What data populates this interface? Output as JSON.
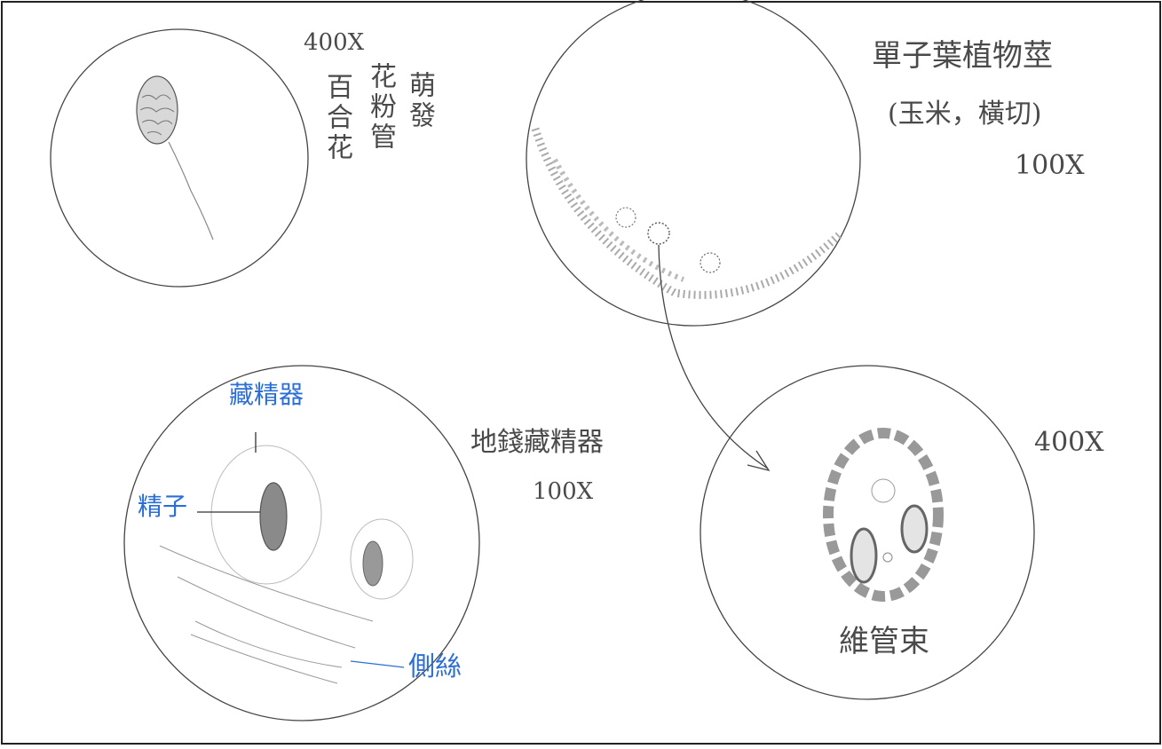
{
  "colors": {
    "pencil": "#444444",
    "pencil_light": "#9a9a9a",
    "ink_blue": "#2b6fd6"
  },
  "drawings": {
    "lily_pollen": {
      "magnification": "400X",
      "col_left": "百合花",
      "col_mid": "花粉管",
      "col_right": "萌發"
    },
    "monocot_stem": {
      "title": "單子葉植物莖",
      "subtitle": "(玉米，橫切)",
      "magnification": "100X"
    },
    "liverwort_antheridium": {
      "title": "地錢藏精器",
      "magnification": "100X",
      "label_antheridium": "藏精器",
      "label_sperm": "精子",
      "label_paraphyses": "側絲"
    },
    "vascular_bundle": {
      "magnification": "400X",
      "label": "維管束"
    }
  }
}
